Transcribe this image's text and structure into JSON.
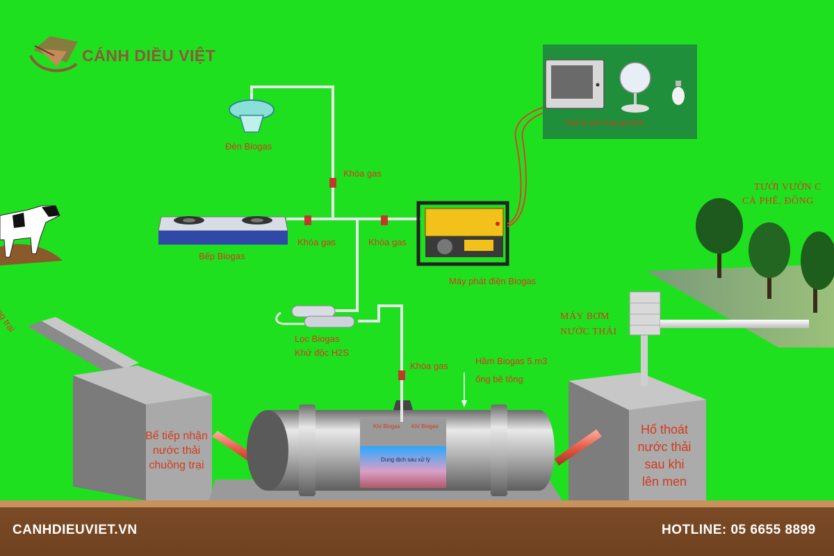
{
  "brand": {
    "name": "CÁNH DIỀU VIỆT"
  },
  "labels": {
    "den_biogas": "Đèn Biogas",
    "khoa_gas_top": "Khóa gas",
    "bep_biogas": "Bếp Biogas",
    "khoa_gas_left": "Khóa gas",
    "khoa_gas_right": "Khóa gas",
    "may_phat_dien": "Máy phát điện Biogas",
    "loc_biogas": "Lọc Biogas",
    "khu_doc": "Khử độc H2S",
    "khoa_gas_tank": "Khóa gas",
    "ham_biogas_1": "Hầm Biogas 5.m3",
    "ham_biogas_2": "ống bê tông",
    "thiet_bi": "Thiết bị sinh hoạt gia đình",
    "tuoi_vuon_1": "TƯỚI VƯỜN C",
    "tuoi_vuon_2": "CÀ PHÊ, ĐỒNG",
    "may_bom_1": "MÁY BƠM",
    "may_bom_2": "NƯỚC THẢI",
    "chuong_trai_fragment": "ồng trại",
    "be_tiep_nhan": [
      "Bể tiếp nhận",
      "nước thải",
      "chuồng trại"
    ],
    "ho_thoat": [
      "Hố thoát",
      "nước thải",
      "sau khi",
      "lên men"
    ],
    "khi_biogas_1": "Khí Biogas",
    "khi_biogas_2": "Khí Biogas",
    "dung_dich": "Dung dịch sau xử lý"
  },
  "footer": {
    "website": "CANHDIEUVIET.VN",
    "hotline": "HOTLINE: 05 6655 8899"
  },
  "colors": {
    "background": "#1fe01f",
    "label": "#d23a1c",
    "footer": "#6f4220",
    "footer_stripe": "#c9915c",
    "pipe": "#e6e6e6",
    "tank": "#a8a8a8"
  },
  "icons": [
    "logo-kite-icon",
    "lamp-icon",
    "gas-stove-icon",
    "generator-icon",
    "tv-icon",
    "fan-icon",
    "bulb-icon",
    "cow-icon",
    "tree-icon",
    "pump-icon",
    "filter-icon",
    "valve-icon"
  ]
}
